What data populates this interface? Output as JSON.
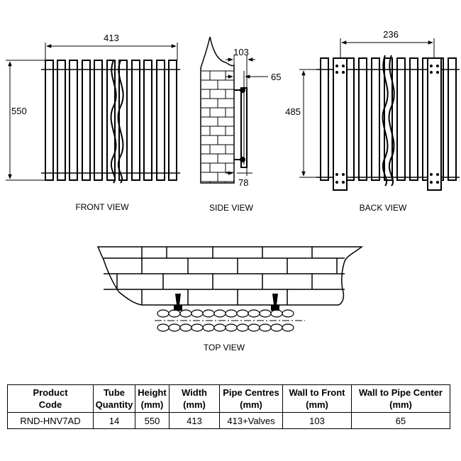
{
  "front_view": {
    "label": "FRONT VIEW",
    "width_dim": "413",
    "height_dim": "550"
  },
  "side_view": {
    "label": "SIDE VIEW",
    "dim_top": "103",
    "dim_right": "65",
    "dim_bottom": "78"
  },
  "back_view": {
    "label": "BACK VIEW",
    "width_dim": "236",
    "height_dim": "485"
  },
  "top_view": {
    "label": "TOP VIEW"
  },
  "table": {
    "headers": [
      {
        "line1": "Product",
        "line2": "Code"
      },
      {
        "line1": "Tube",
        "line2": "Quantity"
      },
      {
        "line1": "Height",
        "line2": "(mm)"
      },
      {
        "line1": "Width",
        "line2": "(mm)"
      },
      {
        "line1": "Pipe Centres",
        "line2": "(mm)"
      },
      {
        "line1": "Wall to Front",
        "line2": "(mm)"
      },
      {
        "line1": "Wall to Pipe Center",
        "line2": "(mm)"
      }
    ],
    "rows": [
      [
        "RND-HNV7AD",
        "14",
        "550",
        "413",
        "413+Valves",
        "103",
        "65"
      ]
    ]
  }
}
